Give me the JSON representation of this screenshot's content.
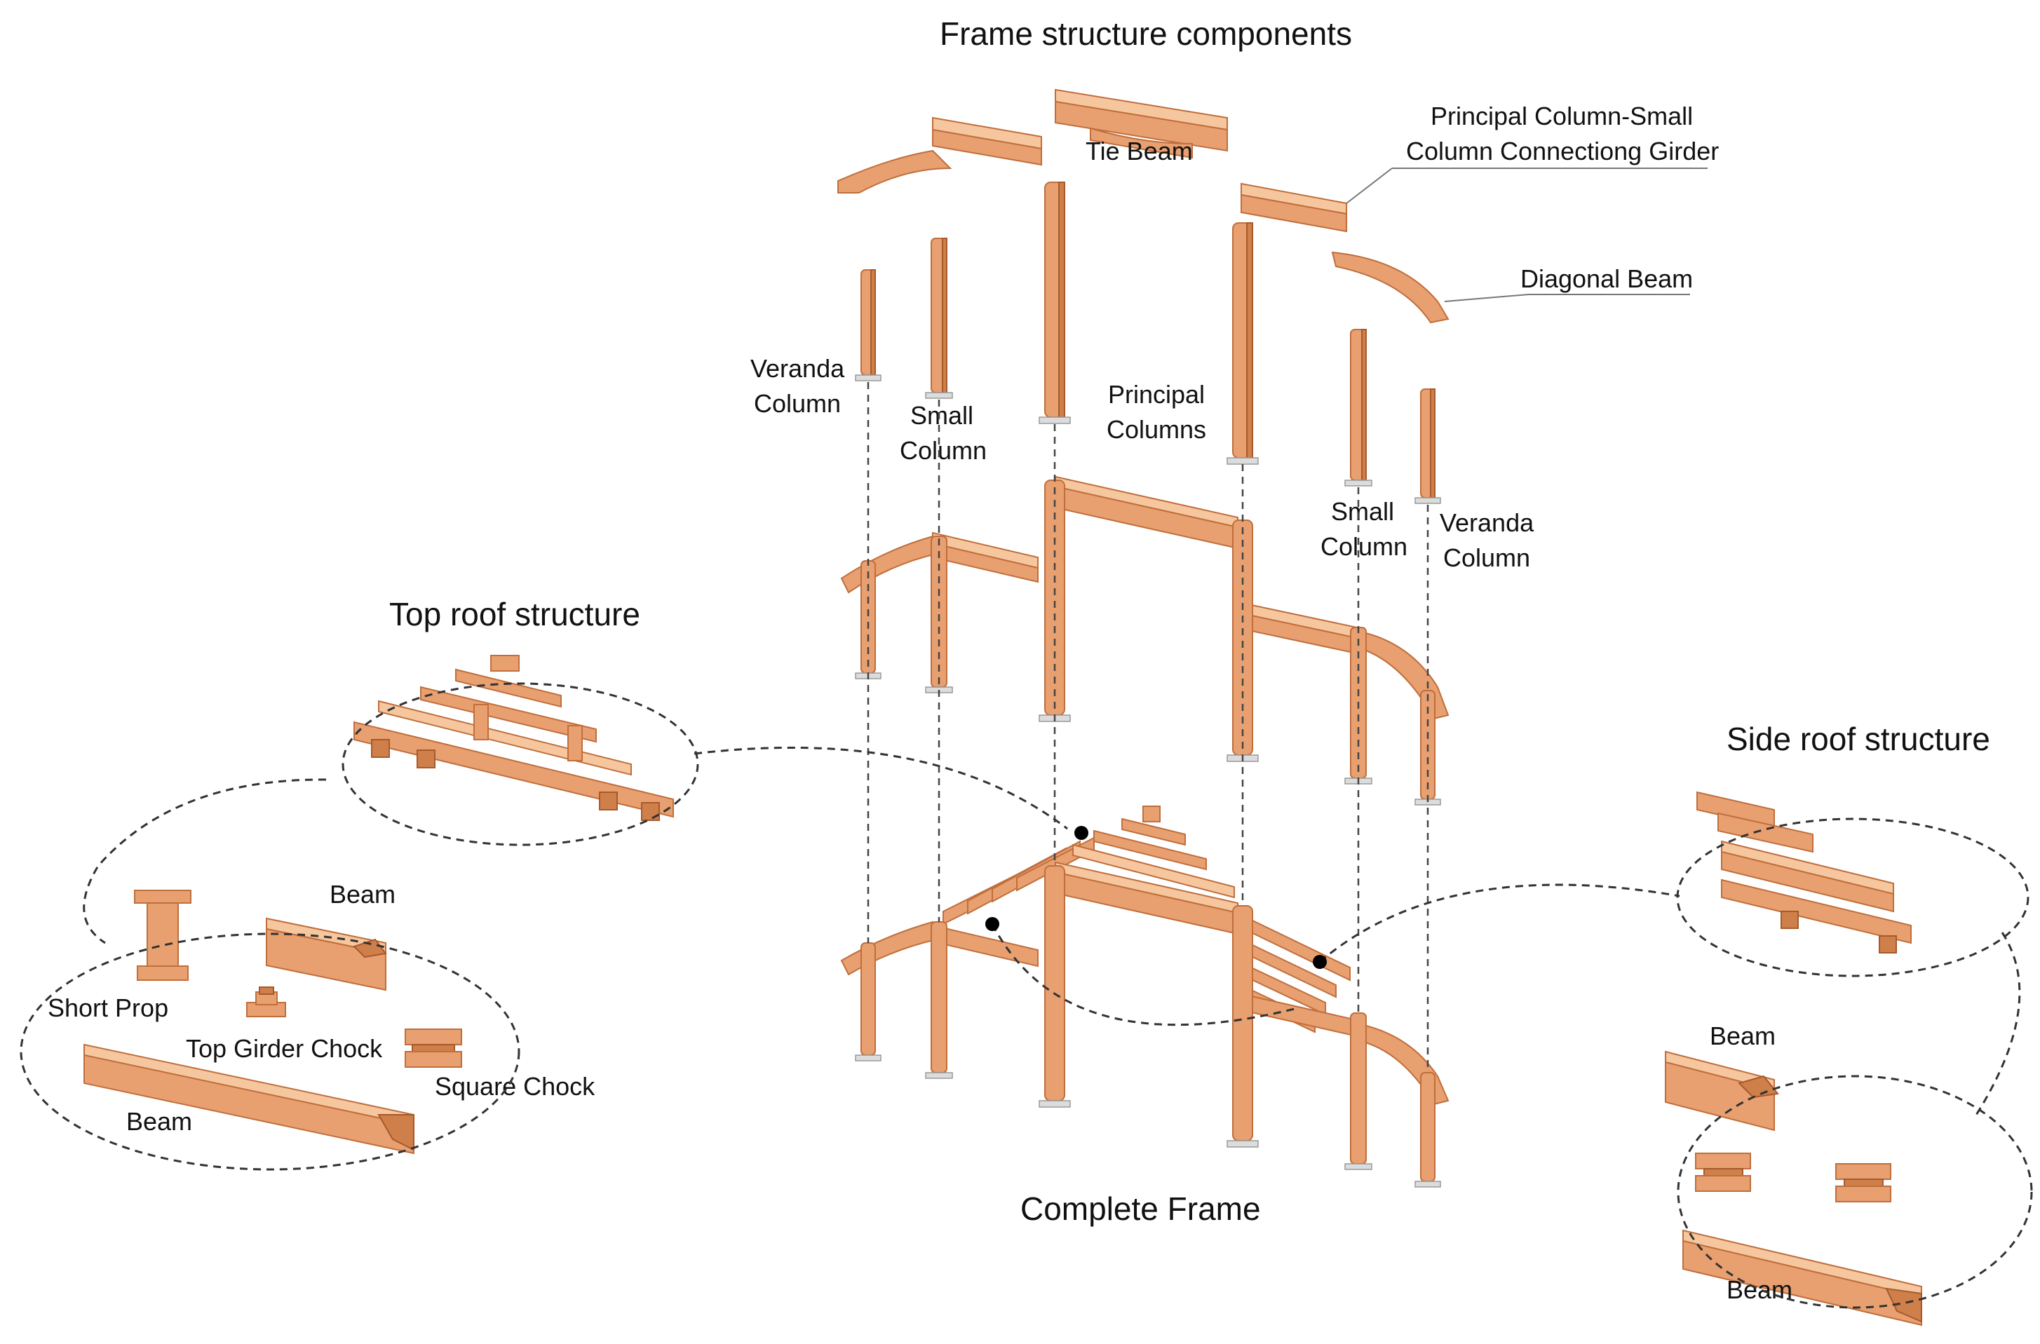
{
  "titles": {
    "frame_components": "Frame structure components",
    "top_roof": "Top roof structure",
    "side_roof": "Side roof structure",
    "complete_frame": "Complete Frame"
  },
  "labels": {
    "tie_beam": "Tie Beam",
    "connecting_girder_line1": "Principal Column-Small",
    "connecting_girder_line2": "Column Connectiong Girder",
    "diagonal_beam": "Diagonal Beam",
    "veranda_column_left_l1": "Veranda",
    "veranda_column_left_l2": "Column",
    "small_column_left_l1": "Small",
    "small_column_left_l2": "Column",
    "principal_columns_l1": "Principal",
    "principal_columns_l2": "Columns",
    "small_column_right_l1": "Small",
    "small_column_right_l2": "Column",
    "veranda_column_right_l1": "Veranda",
    "veranda_column_right_l2": "Column"
  },
  "top_roof_parts": {
    "beam_upper": "Beam",
    "short_prop": "Short Prop",
    "top_girder_chock": "Top Girder Chock",
    "square_chock": "Square Chock",
    "beam_lower": "Beam"
  },
  "side_roof_parts": {
    "beam_upper": "Beam",
    "beam_lower": "Beam"
  },
  "colors": {
    "wood": "#e8a070",
    "wood_light": "#f6c79e",
    "wood_dark": "#cf7f4a",
    "outline": "#333333"
  }
}
